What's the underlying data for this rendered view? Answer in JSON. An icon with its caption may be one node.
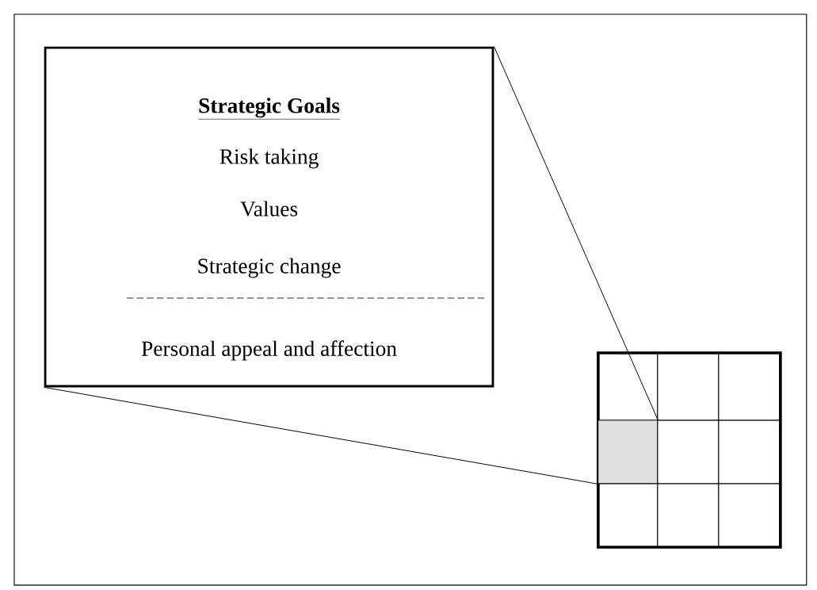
{
  "diagram": {
    "nodes": [
      {
        "text": [
          "Strategic Goals",
          "Risk taking",
          "Values",
          "Strategic change",
          "Personal appeal and affection"
        ]
      },
      {
        "text": [],
        "shape": "box"
      },
      {
        "text": [],
        "shape": "box",
        "in": 1
      },
      {
        "text": [],
        "shape": "box",
        "in": 1
      },
      {
        "text": [],
        "shape": "box",
        "in": 1
      },
      {
        "text": [],
        "shape": "box",
        "in": 1
      },
      {
        "text": [],
        "shape": "box",
        "in": 1
      },
      {
        "text": [],
        "shape": "box",
        "in": 1
      },
      {
        "text": [],
        "shape": "box",
        "in": 1
      },
      {
        "text": [],
        "shape": "box",
        "in": 1
      },
      {
        "text": [],
        "shape": "box",
        "in": 1
      }
    ],
    "edges": [
      {
        "from": 0,
        "to": 5,
        "arrow": "none"
      },
      {
        "from": 0,
        "to": 5,
        "arrow": "none"
      }
    ]
  }
}
